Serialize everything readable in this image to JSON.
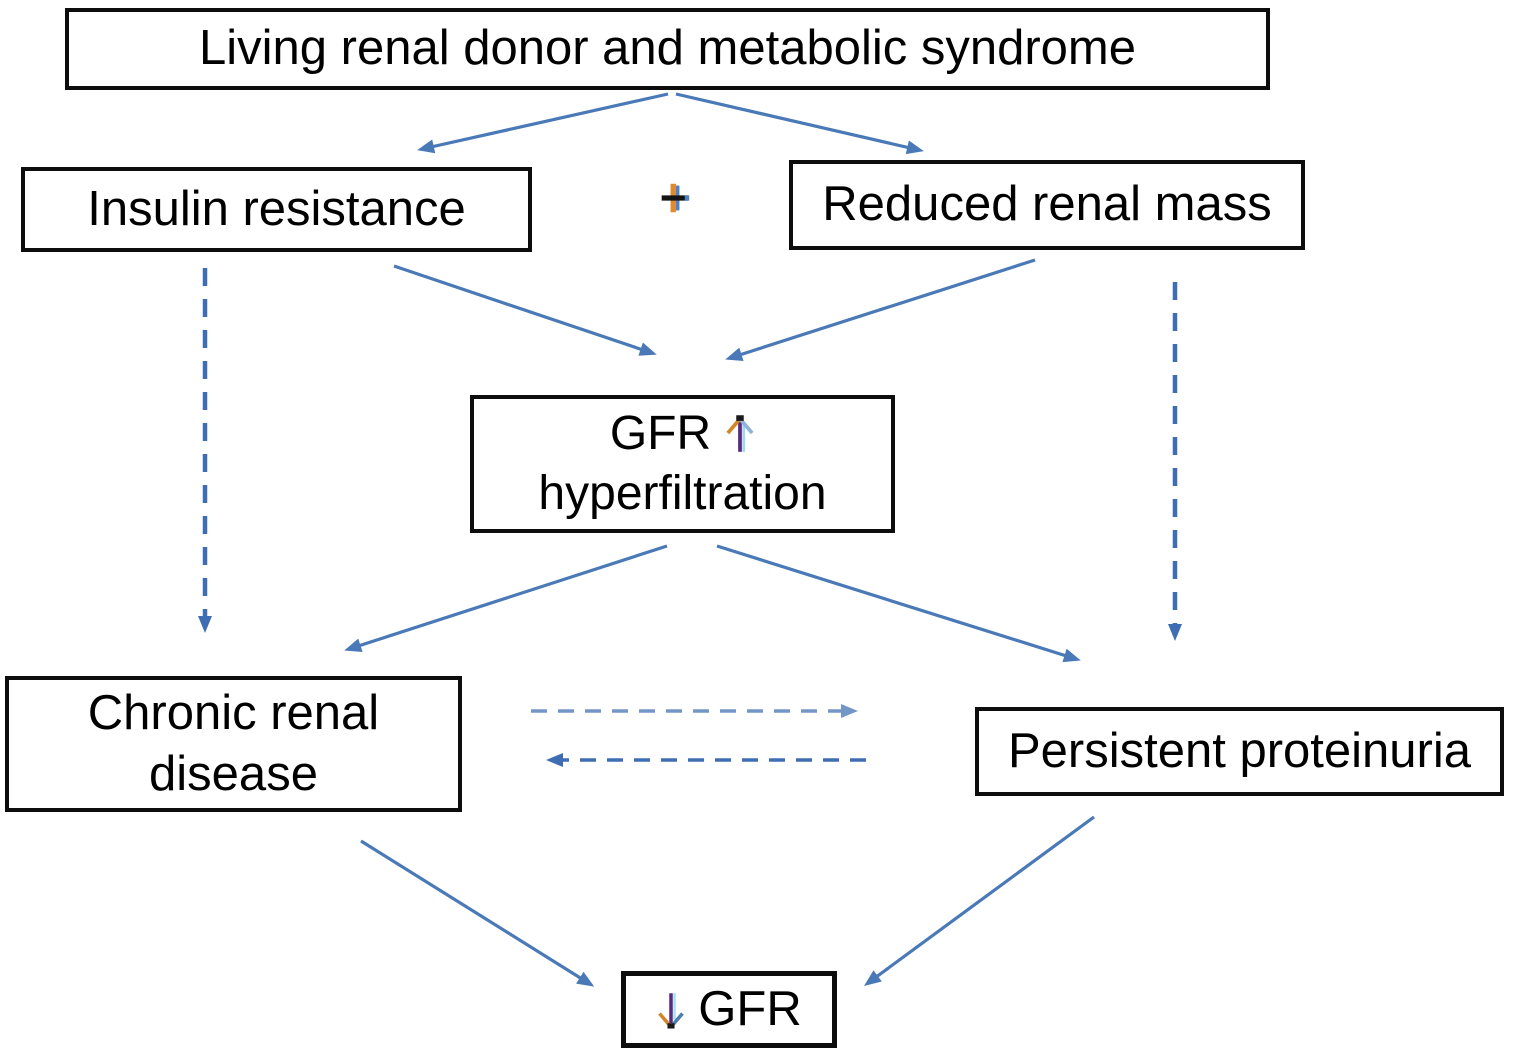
{
  "diagram": {
    "title": "Living renal donor and metabolic syndrome",
    "nodes": {
      "living_renal_donor": {
        "label": "Living renal donor and metabolic syndrome"
      },
      "insulin_resistance": {
        "label": "Insulin resistance"
      },
      "reduced_renal_mass": {
        "label": "Reduced renal mass"
      },
      "gfr_hyperfiltration": {
        "line1": "GFR",
        "line2": "hyperfiltration",
        "icon": "up-arrow-icon"
      },
      "chronic_renal_disease": {
        "line1": "Chronic renal",
        "line2": "disease"
      },
      "persistent_proteinuria": {
        "label": "Persistent proteinuria"
      },
      "gfr_decreased": {
        "label": "GFR",
        "icon": "down-arrow-icon"
      }
    },
    "connectors": {
      "plus_label": "+",
      "arrow_color_solid": "#4a79b8",
      "arrow_color_dashed": "#3f6db4",
      "arrow_color_dashed_light": "#7396c8",
      "box_border_color": "#0d0d0d",
      "background_color": "#ffffff"
    },
    "edges": [
      {
        "from": "living_renal_donor",
        "to": "insulin_resistance",
        "style": "solid"
      },
      {
        "from": "living_renal_donor",
        "to": "reduced_renal_mass",
        "style": "solid"
      },
      {
        "from": "insulin_resistance",
        "to": "gfr_hyperfiltration",
        "style": "solid"
      },
      {
        "from": "reduced_renal_mass",
        "to": "gfr_hyperfiltration",
        "style": "solid"
      },
      {
        "from": "insulin_resistance",
        "to": "chronic_renal_disease",
        "style": "dashed"
      },
      {
        "from": "reduced_renal_mass",
        "to": "persistent_proteinuria",
        "style": "dashed"
      },
      {
        "from": "gfr_hyperfiltration",
        "to": "chronic_renal_disease",
        "style": "solid"
      },
      {
        "from": "gfr_hyperfiltration",
        "to": "persistent_proteinuria",
        "style": "solid"
      },
      {
        "from": "chronic_renal_disease",
        "to": "persistent_proteinuria",
        "style": "dashed"
      },
      {
        "from": "persistent_proteinuria",
        "to": "chronic_renal_disease",
        "style": "dashed"
      },
      {
        "from": "chronic_renal_disease",
        "to": "gfr_decreased",
        "style": "solid"
      },
      {
        "from": "persistent_proteinuria",
        "to": "gfr_decreased",
        "style": "solid"
      }
    ]
  }
}
